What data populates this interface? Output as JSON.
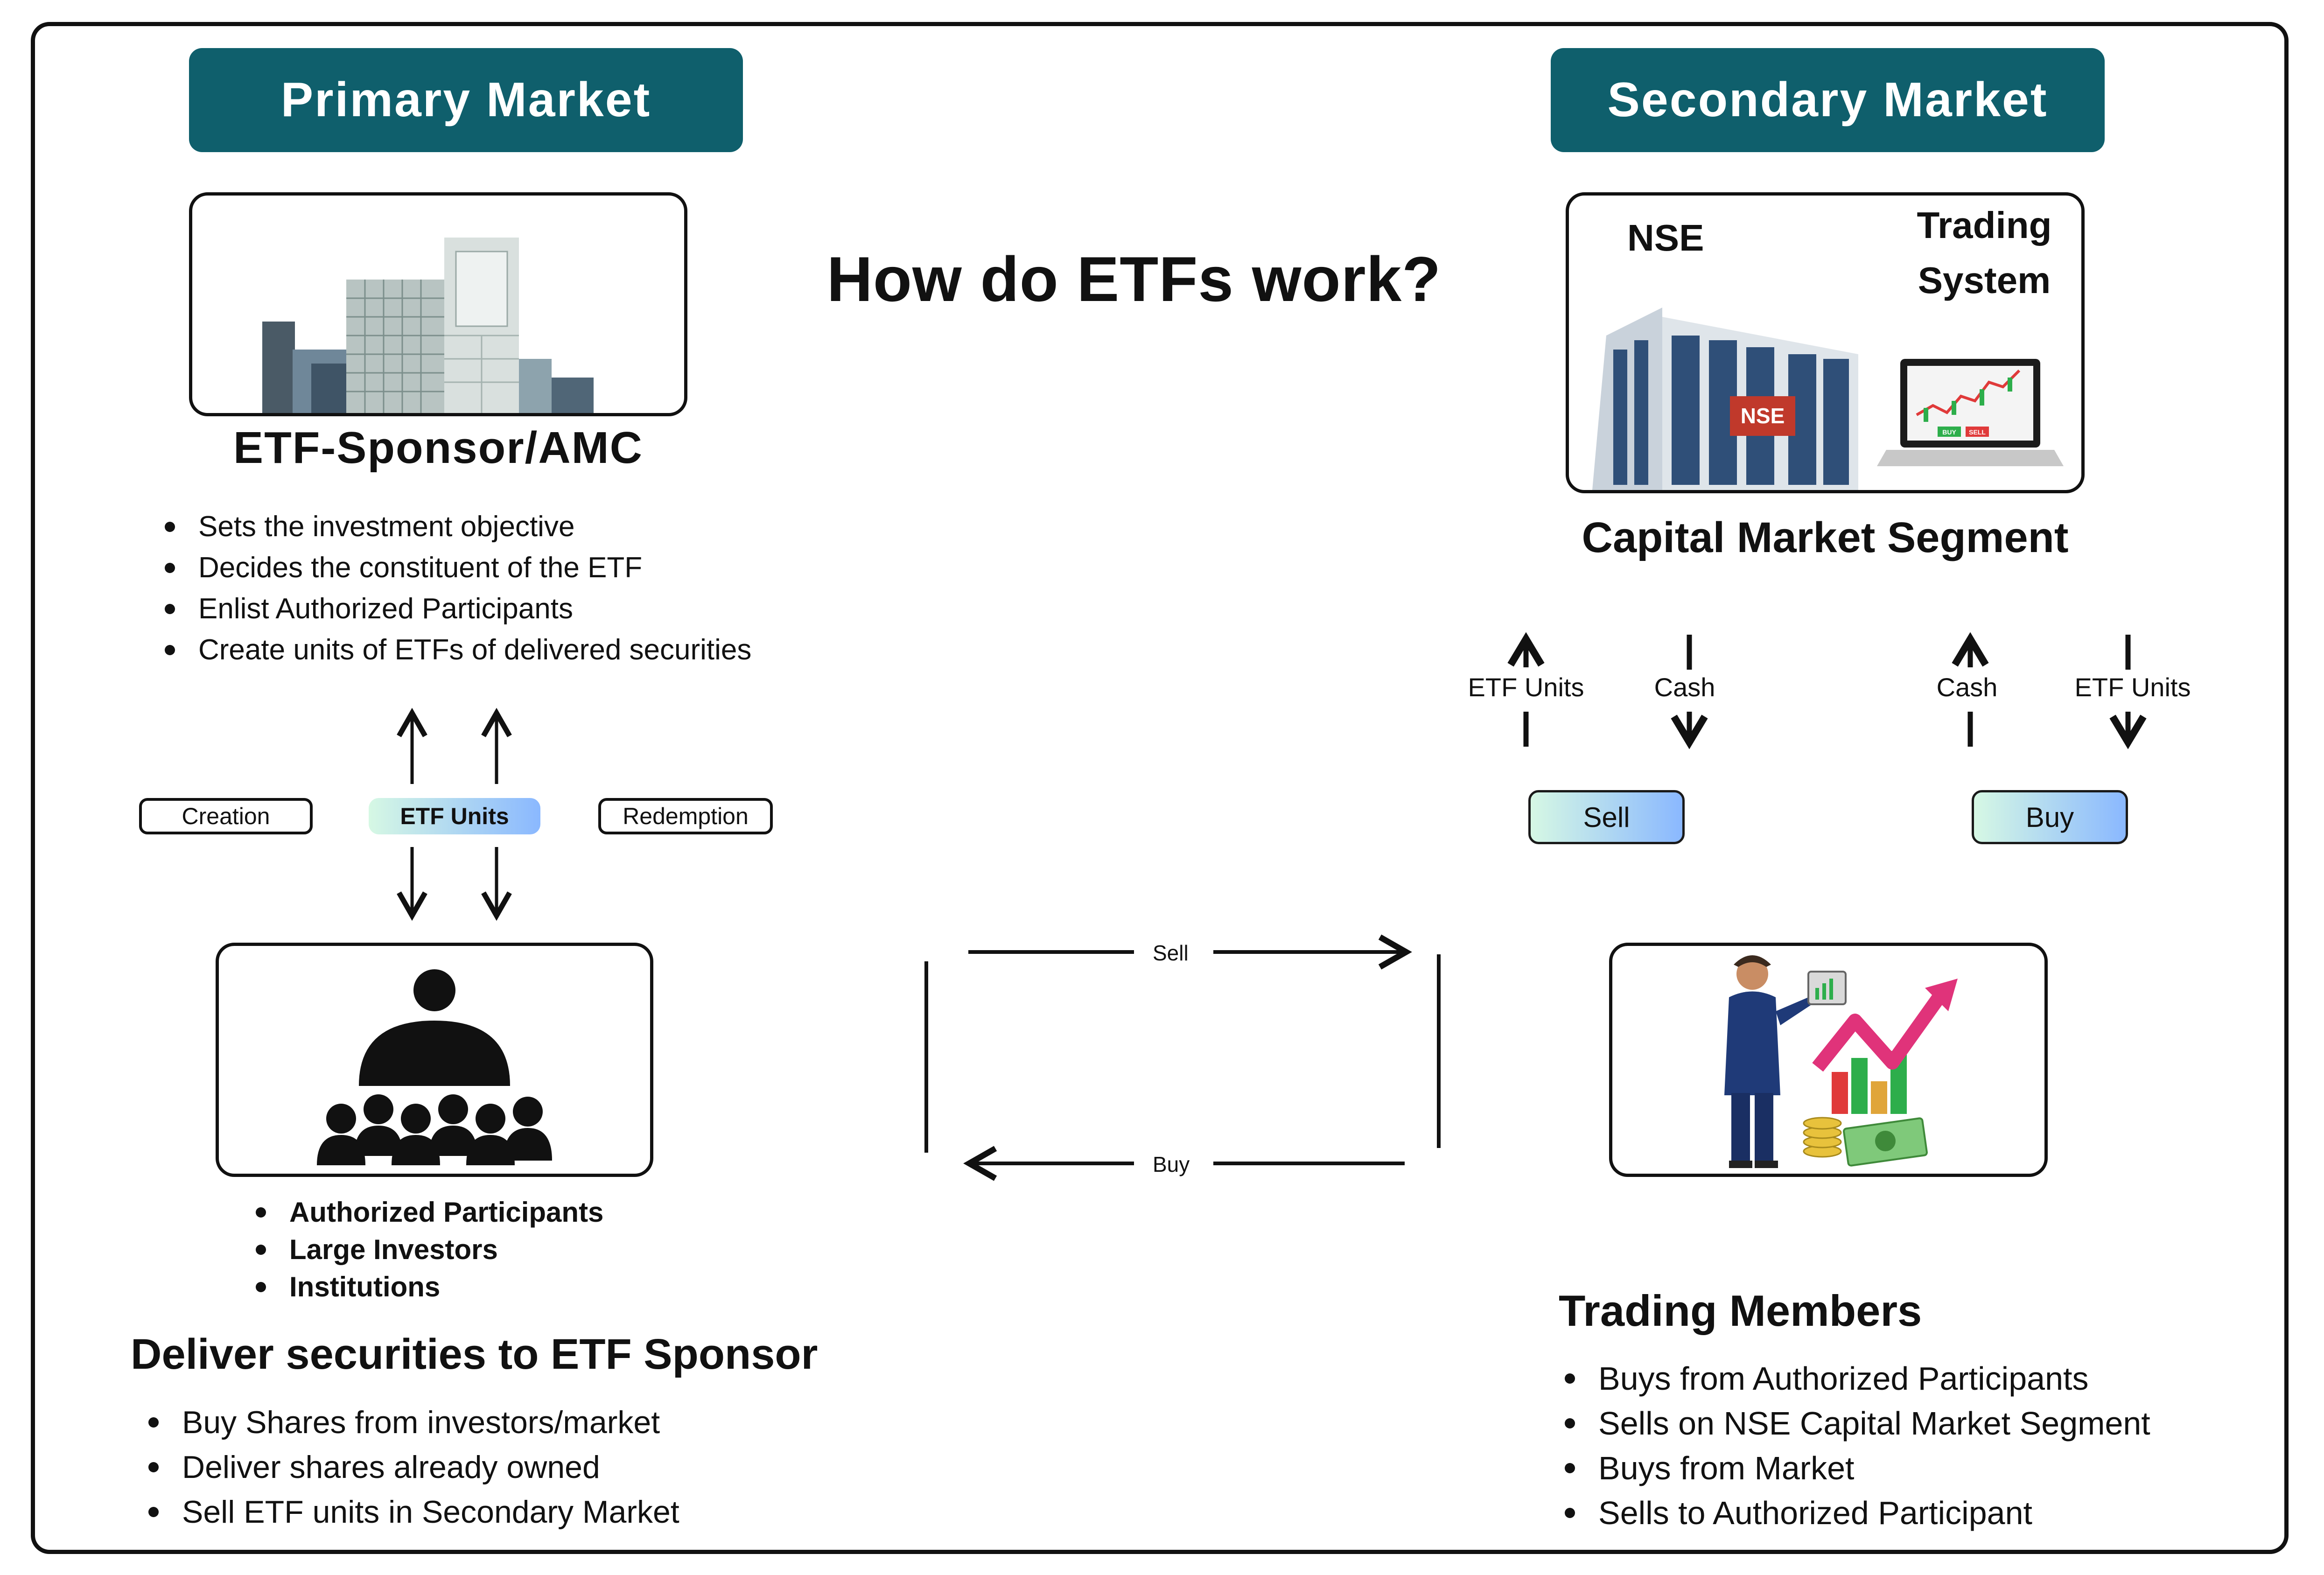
{
  "title": "How do ETFs work?",
  "primary": {
    "header": "Primary Market",
    "sponsor_title": "ETF-Sponsor/AMC",
    "sponsor_points": [
      "Sets the investment objective",
      "Decides the constituent of the ETF",
      "Enlist Authorized Participants",
      "Create units of ETFs of delivered securities"
    ],
    "flow": {
      "creation": "Creation",
      "etf_units": "ETF Units",
      "redemption": "Redemption"
    },
    "participants": [
      "Authorized Participants",
      "Large Investors",
      "Institutions"
    ],
    "deliver_title": "Deliver securities to ETF Sponsor",
    "deliver_points": [
      "Buy Shares from investors/market",
      "Deliver shares already owned",
      "Sell ETF units in Secondary Market"
    ]
  },
  "middle": {
    "sell": "Sell",
    "buy": "Buy"
  },
  "secondary": {
    "header": "Secondary Market",
    "nse_label": "NSE",
    "nse_sign": "NSE",
    "trading_system_line1": "Trading",
    "trading_system_line2": "System",
    "laptop_buy": "BUY",
    "laptop_sell": "SELL",
    "segment_title": "Capital Market Segment",
    "sell_side": {
      "up_label": "ETF Units",
      "down_label": "Cash",
      "button": "Sell"
    },
    "buy_side": {
      "up_label": "Cash",
      "down_label": "ETF Units",
      "button": "Buy"
    },
    "members_title": "Trading Members",
    "members_points": [
      "Buys from Authorized Participants",
      "Sells on NSE Capital Market Segment",
      "Buys from Market",
      "Sells to Authorized Participant"
    ]
  },
  "colors": {
    "header_bg": "#0f5f6c",
    "gradient_start": "#d6f8e4",
    "gradient_end": "#8ab8ff"
  }
}
